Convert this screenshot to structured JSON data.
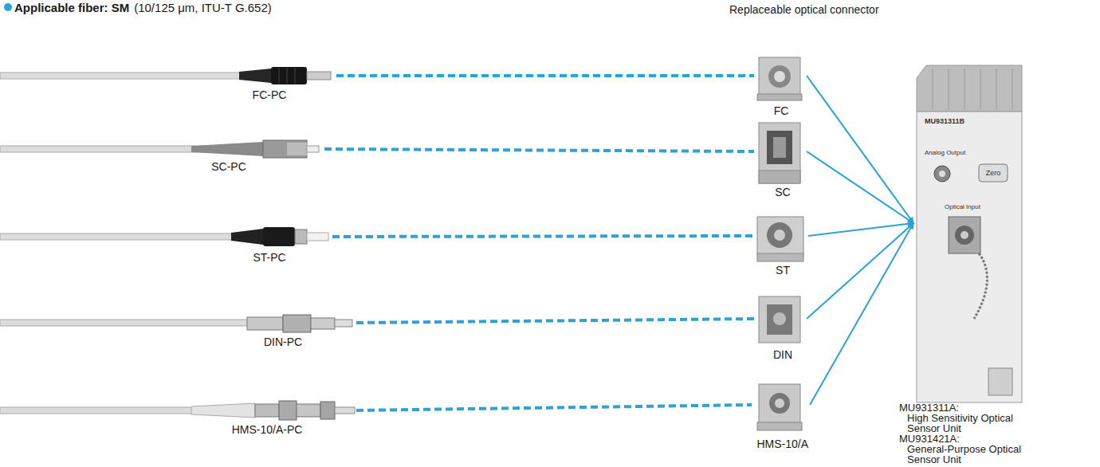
{
  "diagram": {
    "nodes": [
      {
        "text": [
          "FC-PC"
        ]
      },
      {
        "text": [
          "SC-PC"
        ]
      },
      {
        "text": [
          "ST-PC"
        ]
      },
      {
        "text": [
          "DIN-PC"
        ]
      },
      {
        "text": [
          "HMS-10/A-PC"
        ]
      },
      {
        "text": [
          "FC"
        ]
      },
      {
        "text": [
          "SC"
        ]
      },
      {
        "text": [
          "ST"
        ]
      },
      {
        "text": [
          "DIN"
        ]
      },
      {
        "text": [
          "HMS-10/A"
        ]
      },
      {
        "text": [
          "MU931311A:",
          "High Sensitivity Optical Sensor Unit",
          "MU931421A:",
          "General-Purpose Optical Sensor Unit"
        ]
      }
    ],
    "edges": [
      {
        "from": 0,
        "to": 5,
        "arrow": "none"
      },
      {
        "from": 1,
        "to": 6,
        "arrow": "none"
      },
      {
        "from": 2,
        "to": 7,
        "arrow": "none"
      },
      {
        "from": 3,
        "to": 8,
        "arrow": "none"
      },
      {
        "from": 4,
        "to": 9,
        "arrow": "none"
      },
      {
        "from": 5,
        "to": 10,
        "arrow": "to"
      },
      {
        "from": 6,
        "to": 10,
        "arrow": "to"
      },
      {
        "from": 7,
        "to": 10,
        "arrow": "to"
      },
      {
        "from": 8,
        "to": 10,
        "arrow": "to"
      },
      {
        "from": 9,
        "to": 10,
        "arrow": "to"
      }
    ],
    "labels": [
      "Applicable fiber: SM",
      "(10/125 μm, ITU-T G.652)",
      "Replaceable optical connector",
      "MU931311B",
      "Analog Output",
      "Zero",
      "Optical Input"
    ]
  }
}
